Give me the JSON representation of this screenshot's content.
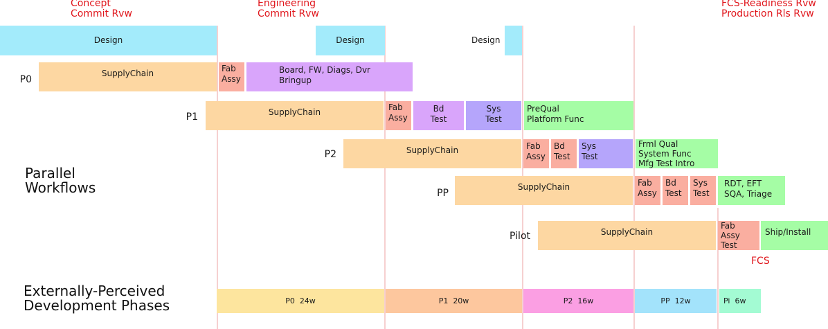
{
  "milestones": [
    {
      "label": "Concept\nCommit Rvw"
    },
    {
      "label": "Engineering\nCommit Rvw"
    },
    {
      "label": "FCS-Readiness Rvw\nProduction Rls Rvw"
    },
    {
      "label": "FCS"
    }
  ],
  "design_row": [
    {
      "label": "Design"
    },
    {
      "label": "Design"
    },
    {
      "label": "Design"
    }
  ],
  "rows": {
    "p0": {
      "label": "P0",
      "tasks": [
        {
          "label": "SupplyChain",
          "type": "supply"
        },
        {
          "label": "Fab\nAssy",
          "type": "fab"
        },
        {
          "label": "Board, FW, Diags, Dvr\nBringup",
          "type": "bringup"
        }
      ]
    },
    "p1": {
      "label": "P1",
      "tasks": [
        {
          "label": "SupplyChain",
          "type": "supply"
        },
        {
          "label": "Fab\nAssy",
          "type": "fab"
        },
        {
          "label": "Bd\nTest",
          "type": "bdtest"
        },
        {
          "label": "Sys\nTest",
          "type": "systest"
        },
        {
          "label": "PreQual\nPlatform Func",
          "type": "qual"
        }
      ]
    },
    "p2": {
      "label": "P2",
      "tasks": [
        {
          "label": "SupplyChain",
          "type": "supply"
        },
        {
          "label": "Fab\nAssy",
          "type": "fab"
        },
        {
          "label": "Bd\nTest",
          "type": "bdtest"
        },
        {
          "label": "Sys\nTest",
          "type": "systest"
        },
        {
          "label": "Frml Qual\nSystem Func\nMfg Test Intro",
          "type": "qual"
        }
      ]
    },
    "pp": {
      "label": "PP",
      "tasks": [
        {
          "label": "SupplyChain",
          "type": "supply"
        },
        {
          "label": "Fab\nAssy",
          "type": "fab"
        },
        {
          "label": "Bd\nTest",
          "type": "bdtest"
        },
        {
          "label": "Sys\nTest",
          "type": "systest"
        },
        {
          "label": "RDT, EFT\nSQA, Triage",
          "type": "qual"
        }
      ]
    },
    "pilot": {
      "label": "Pilot",
      "tasks": [
        {
          "label": "SupplyChain",
          "type": "supply"
        },
        {
          "label": "Fab\nAssy\nTest",
          "type": "fab"
        },
        {
          "label": "Ship/Install",
          "type": "ship"
        }
      ]
    }
  },
  "sections": {
    "parallel": "Parallel\nWorkflows",
    "external": "Externally-Perceived\nDevelopment Phases"
  },
  "phases": [
    {
      "label": "P0  24w",
      "weeks": 24,
      "color": "#fde59e"
    },
    {
      "label": "P1  20w",
      "weeks": 20,
      "color": "#fdc79e"
    },
    {
      "label": "P2  16w",
      "weeks": 16,
      "color": "#fb9fe3"
    },
    {
      "label": "PP  12w",
      "weeks": 12,
      "color": "#a3e3fb"
    },
    {
      "label": "Pi  6w",
      "weeks": 6,
      "color": "#a3fbd3"
    }
  ],
  "colors": {
    "milestone_text": "#e0161c",
    "milestone_line": "#f6d0d0",
    "design": "#a3ebfb",
    "supply": "#fdd7a2",
    "fab": "#faaea0",
    "bd_test": "#d9a5fb",
    "sys_test": "#b5a5fb",
    "qual": "#a5fda5"
  }
}
